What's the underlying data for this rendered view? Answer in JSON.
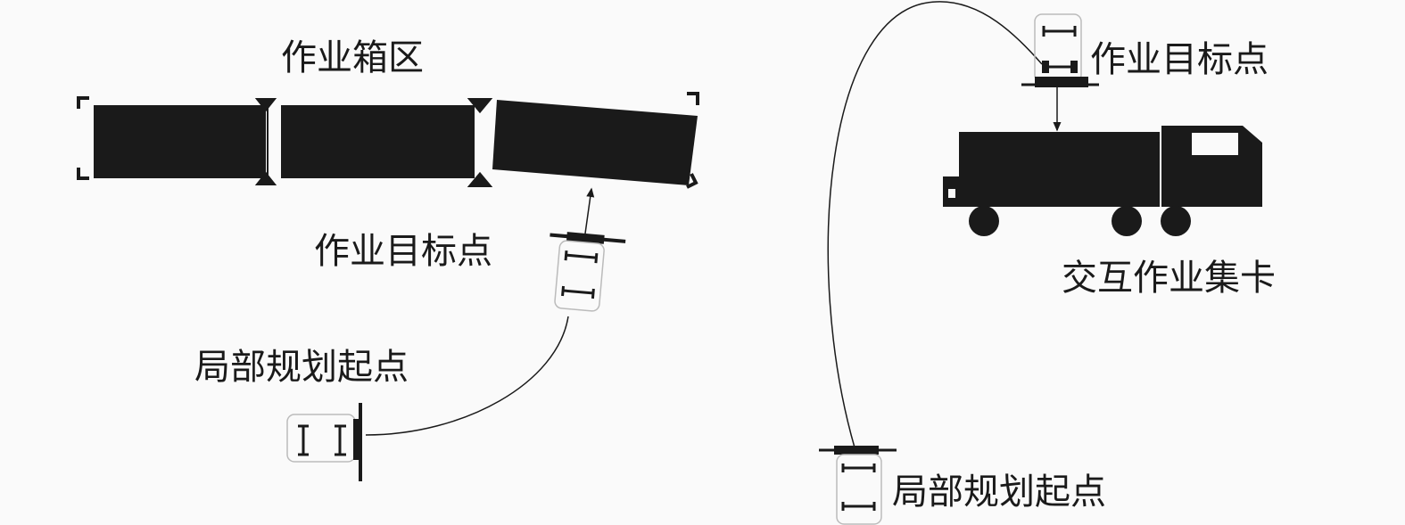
{
  "labels": {
    "container_area": "作业箱区",
    "left_target": "作业目标点",
    "left_start": "局部规划起点",
    "right_target": "作业目标点",
    "truck": "交互作业集卡",
    "right_start": "局部规划起点"
  },
  "colors": {
    "fill": "#1a1a1a",
    "background": "#fafafa"
  }
}
